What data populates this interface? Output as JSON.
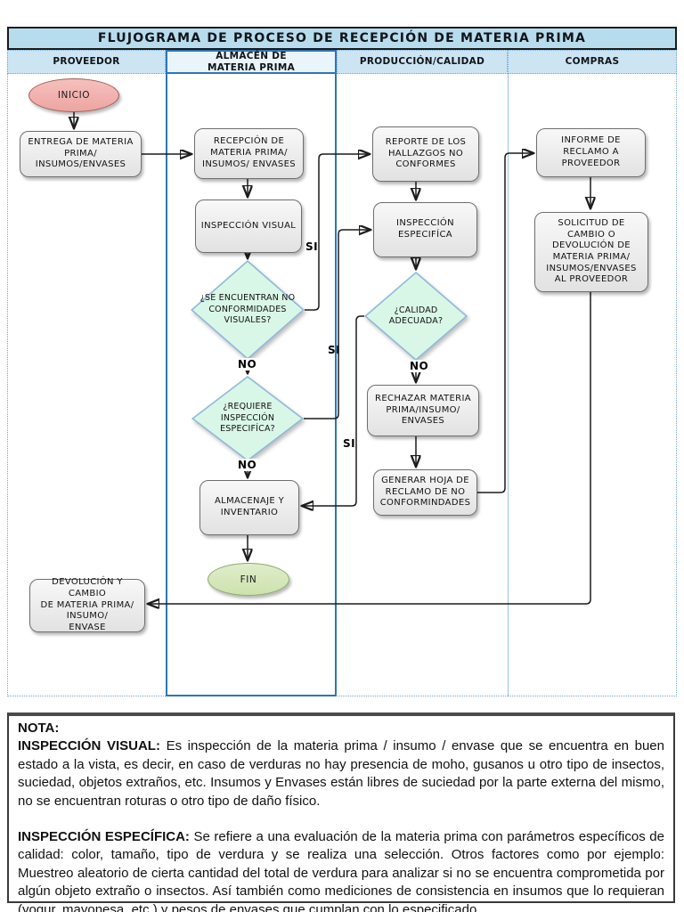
{
  "title": "FLUJOGRAMA DE PROCESO DE RECEPCIÓN DE MATERIA PRIMA",
  "lanes": {
    "proveedor": "PROVEEDOR",
    "almacen": "ALMACÉN DE\nMATERIA PRIMA",
    "produccion": "PRODUCCIÓN/CALIDAD",
    "compras": "COMPRAS"
  },
  "nodes": {
    "inicio": "INICIO",
    "entrega": "ENTREGA DE MATERIA\nPRIMA/\nINSUMOS/ENVASES",
    "recepcion": "RECEPCIÓN DE\nMATERIA PRIMA/\nINSUMOS/ ENVASES",
    "inspeccion_visual": "INSPECCIÓN VISUAL",
    "no_conformidades": "¿SE ENCUENTRAN NO\nCONFORMIDADES\nVISUALES?",
    "requiere_inspeccion": "¿REQUIERE\nINSPECCIÓN\nESPECIFÍCA?",
    "almacenaje": "ALMACENAJE Y\nINVENTARIO",
    "fin": "FIN",
    "reporte": "REPORTE DE LOS\nHALLAZGOS NO\nCONFORMES",
    "inspeccion_especifica": "INSPECCIÓN\nESPECIFÍCA",
    "calidad_adecuada": "¿CALIDAD\nADECUADA?",
    "rechazar": "RECHAZAR MATERIA\nPRIMA/INSUMO/\nENVASES",
    "generar_hoja": "GENERAR HOJA DE\nRECLAMO DE NO\nCONFORMINDADES",
    "informe": "INFORME DE\nRECLAMO A\nPROVEEDOR",
    "solicitud": "SOLICITUD DE\nCAMBIO O\nDEVOLUCIÓN DE\nMATERIA PRIMA/\nINSUMOS/ENVASES\nAL PROVEEDOR",
    "devolucion": "DEVOLUCIÓN Y CAMBIO\nDE MATERIA PRIMA/\nINSUMO/\nENVASE"
  },
  "edge_labels": {
    "si": "SI",
    "no": "NO"
  },
  "nota": {
    "heading": "NOTA:",
    "visual_label": "INSPECCIÓN VISUAL:",
    "visual_text": "Es inspección de la materia prima / insumo / envase que se encuentra en buen estado a la vista, es decir, en caso de verduras no hay presencia de moho, gusanos u otro tipo de insectos, suciedad, objetos extraños, etc. Insumos y Envases están libres de suciedad por la parte externa del mismo, no se encuentran roturas o otro tipo de daño físico.",
    "especifica_label": "INSPECCIÓN ESPECÍFICA:",
    "especifica_text": "Se refiere a una evaluación de la materia prima con parámetros específicos de calidad: color, tamaño, tipo de verdura y se realiza una selección. Otros factores como por ejemplo: Muestreo aleatorio de cierta cantidad del total de verdura para analizar si no se encuentra comprometida por algún objeto extraño o insectos. Así también como mediciones de consistencia en insumos que lo requieran (yogur, mayonesa, etc.) y pesos de envases que cumplan con lo especificado."
  },
  "colors": {
    "lane_border": "#2E75B6",
    "title_bg": "#B7DCEE",
    "header_bg": "#CDE4F2",
    "decision_fill": "#D9F7E7",
    "decision_border": "#8FB9D9",
    "start_fill": "#F4B9B6",
    "start_border": "#9E5A56",
    "end_fill": "#D7E8BE",
    "end_border": "#8AA96B"
  }
}
